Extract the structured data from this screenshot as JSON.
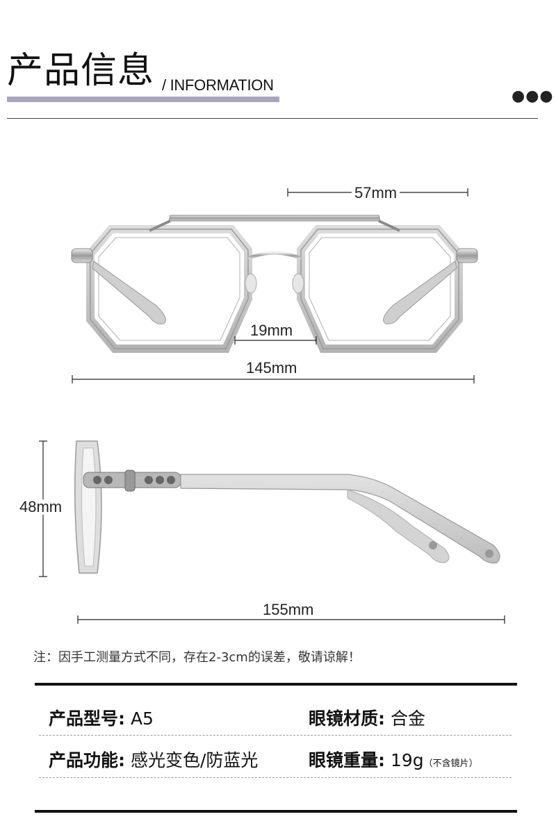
{
  "header": {
    "title_zh": "产品信息",
    "title_en": "/ INFORMATION",
    "more_dots": "●●●"
  },
  "dimensions": {
    "lens_width": "57mm",
    "bridge_width": "19mm",
    "frame_width": "145mm",
    "lens_height": "48mm",
    "temple_length": "155mm"
  },
  "note": "注：因手工测量方式不同，存在2-3cm的误差，敬请谅解！",
  "specs": {
    "model_label": "产品型号:",
    "model_value": "A5",
    "material_label": "眼镜材质:",
    "material_value": "合金",
    "function_label": "产品功能:",
    "function_value": "感光变色/防蓝光",
    "weight_label": "眼镜重量:",
    "weight_value": "19g",
    "weight_note": "（不含镜片）"
  },
  "colors": {
    "title_underline": "#a9a6bb",
    "frame_metal": "#9a9a9a",
    "frame_acetate": "#c9c9c9"
  }
}
